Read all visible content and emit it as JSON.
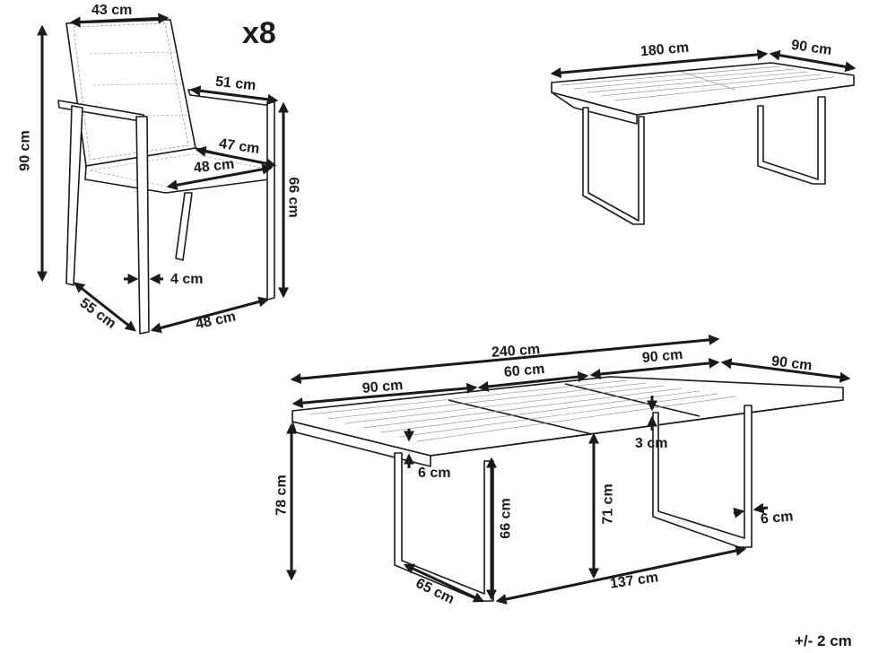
{
  "chair": {
    "quantity": "x8",
    "labels": {
      "backrest_width": "43 cm",
      "total_height": "90 cm",
      "armrest_depth": "51 cm",
      "seat_depth": "47 cm",
      "seat_width": "48 cm",
      "armrest_height": "66 cm",
      "leg_width": "4 cm",
      "base_depth": "55 cm",
      "base_width": "48 cm"
    }
  },
  "table_closed": {
    "labels": {
      "length": "180 cm",
      "width": "90 cm"
    }
  },
  "table_extended": {
    "labels": {
      "total_length": "240 cm",
      "left_section": "90 cm",
      "middle_extension": "60 cm",
      "right_section": "90 cm",
      "width": "90 cm",
      "tabletop_thickness": "3 cm",
      "frame_thickness": "6 cm",
      "total_height": "78 cm",
      "leg_clearance": "66 cm",
      "under_clearance": "71 cm",
      "leg_width": "6 cm",
      "leg_depth": "65 cm",
      "leg_spacing": "137 cm"
    }
  },
  "tolerance": "+/- 2 cm",
  "colors": {
    "line": "#1a1a1a",
    "fill": "#ffffff",
    "hatch": "#9a9a9a"
  }
}
